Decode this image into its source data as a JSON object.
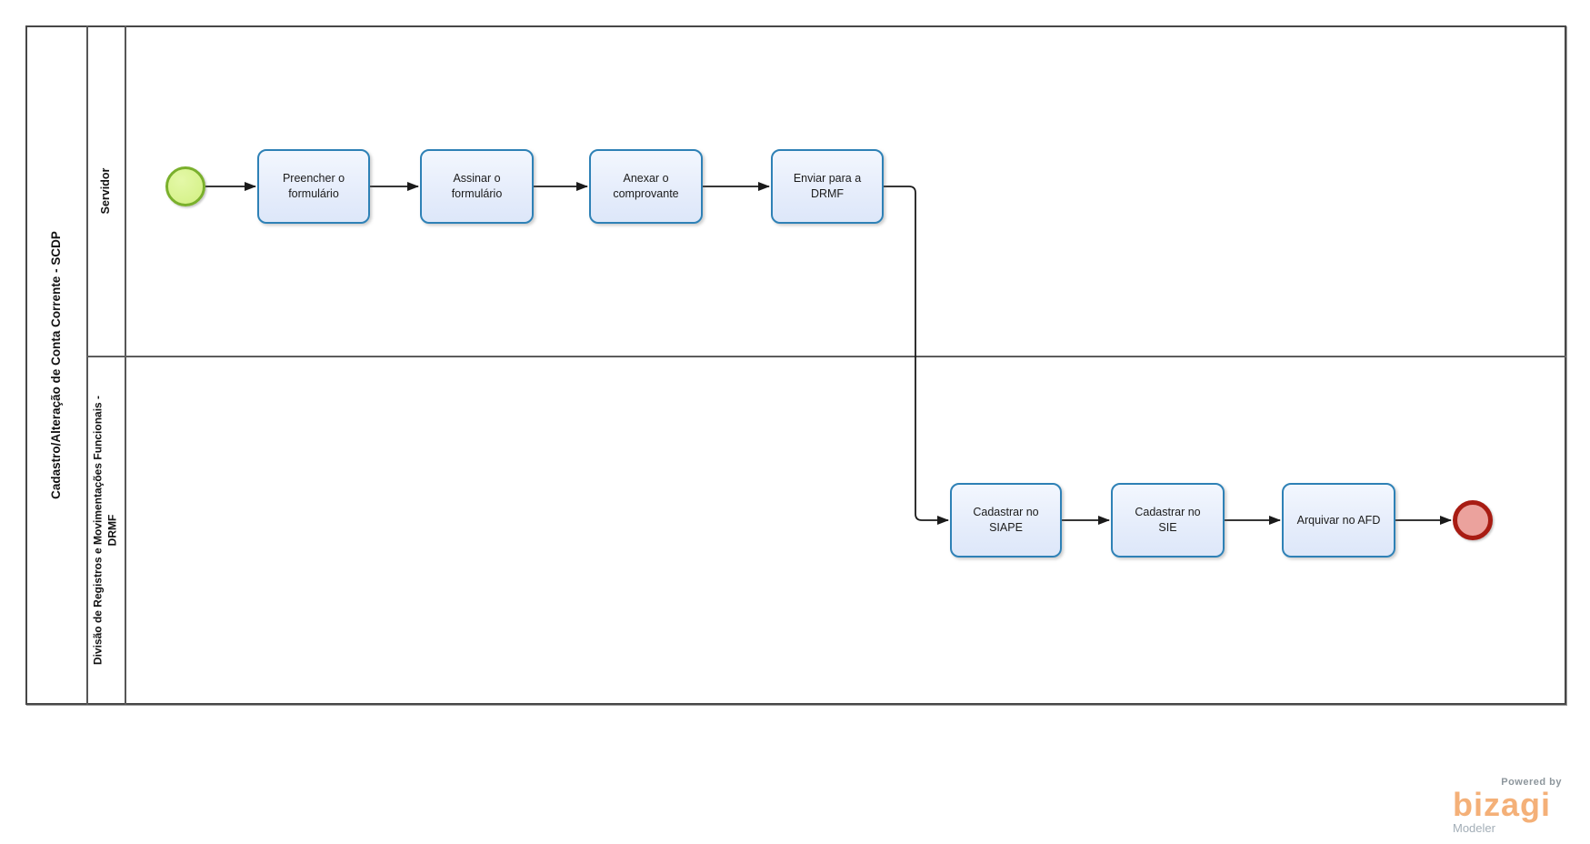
{
  "pool": {
    "title": "Cadastro/Alteração de Conta Corrente - SCDP",
    "lanes": [
      {
        "label_lines": [
          "Servidor"
        ]
      },
      {
        "label_lines": [
          "Divisão de Registros e Movimentações Funcionais -",
          "DRMF"
        ]
      }
    ]
  },
  "process": {
    "start_event": {
      "id": "start",
      "type": "start-event",
      "lane": "Servidor"
    },
    "end_event": {
      "id": "end",
      "type": "end-event",
      "lane": "Divisão de Registros e Movimentações Funcionais - DRMF"
    },
    "tasks": [
      {
        "id": "t1",
        "label": "Preencher o formulário",
        "lane": "Servidor"
      },
      {
        "id": "t2",
        "label": "Assinar o formulário",
        "lane": "Servidor"
      },
      {
        "id": "t3",
        "label": "Anexar o comprovante",
        "lane": "Servidor"
      },
      {
        "id": "t4",
        "label": "Enviar para a DRMF",
        "lane": "Servidor"
      },
      {
        "id": "t5",
        "label": "Cadastrar no SIAPE",
        "lane": "Divisão de Registros e Movimentações Funcionais - DRMF"
      },
      {
        "id": "t6",
        "label": "Cadastrar no SIE",
        "lane": "Divisão de Registros e Movimentações Funcionais - DRMF"
      },
      {
        "id": "t7",
        "label": "Arquivar no AFD",
        "lane": "Divisão de Registros e Movimentações Funcionais - DRMF"
      }
    ],
    "flows": [
      {
        "from": "start",
        "to": "t1"
      },
      {
        "from": "t1",
        "to": "t2"
      },
      {
        "from": "t2",
        "to": "t3"
      },
      {
        "from": "t3",
        "to": "t4"
      },
      {
        "from": "t4",
        "to": "t5"
      },
      {
        "from": "t5",
        "to": "t6"
      },
      {
        "from": "t6",
        "to": "t7"
      },
      {
        "from": "t7",
        "to": "end"
      }
    ]
  },
  "colors": {
    "task_border": "#2e81b6",
    "task_fill": "#e8effb",
    "start_event_border": "#7ab02c",
    "start_event_fill": "#d5f28a",
    "end_event_border": "#a81c13",
    "end_event_fill": "#eba29d",
    "connector": "#1a1a1a",
    "frame": "#474747",
    "logo_orange": "#f4b078",
    "logo_gray": "#8d969c"
  },
  "branding": {
    "powered_by": "Powered by",
    "logo": "bizagi",
    "subtitle": "Modeler"
  }
}
